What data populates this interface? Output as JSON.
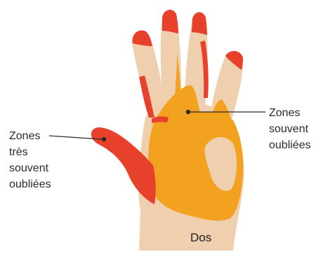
{
  "labels": {
    "left": [
      "Zones",
      "très",
      "souvent",
      "oubliées"
    ],
    "right": [
      "Zones",
      "souvent",
      "oubliées"
    ],
    "bottom": "Dos"
  },
  "colors": {
    "skin": "#f0cfae",
    "often_forgotten": "#f2a21e",
    "very_often_forgotten": "#e8412b",
    "leader_line": "#2a2a2a",
    "text": "#2a2a2a"
  }
}
